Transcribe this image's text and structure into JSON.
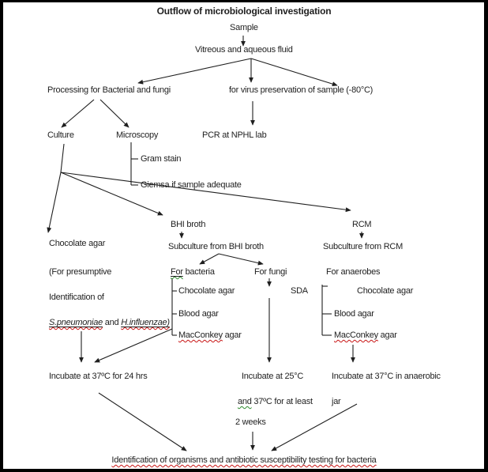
{
  "page": {
    "title": "Outflow of microbiological investigation"
  },
  "nodes": {
    "sample": "Sample",
    "fluid": "Vitreous and aqueous fluid",
    "processing": "Processing for Bacterial and fungi",
    "virus": "for virus preservation of sample (-80°C)",
    "culture": "Culture",
    "microscopy": "Microscopy",
    "pcr": "PCR at NPHL lab",
    "gram_stain": "Gram stain",
    "giemsa": "Giemsa if sample adequate",
    "bhi_broth": "BHI broth",
    "rcm": "RCM",
    "subculture_bhi": "Subculture from BHI broth",
    "subculture_rcm": "Subculture from RCM",
    "chocolate_agar_left": "Chocolate agar",
    "for_presumptive": "(For presumptive",
    "identification_of": "Identification of",
    "species_a": "S.pneumoniae",
    "species_and": "and",
    "species_b": "H.influenzae)",
    "for_word": "For",
    "bacteria_word": "bacteria",
    "for_fungi": "For fungi",
    "for_anaerobes": "For anaerobes",
    "bact_chocolate": "Chocolate agar",
    "bact_blood": "Blood agar",
    "macconkey_word": "MacConkey",
    "agar_word": "agar",
    "sda": "SDA",
    "ana_chocolate": "Chocolate agar",
    "ana_blood": "Blood agar",
    "incubate_24": "Incubate at 37ºC for 24 hrs",
    "incubate_25": "Incubate at 25°C",
    "incubate_ana": "Incubate at 37°C in anaerobic",
    "and_word": "and",
    "at_least": "37ºC for at least",
    "jar": "jar",
    "two_weeks": "2 weeks",
    "conclusion": "Identification of organisms and antibiotic susceptibility testing for bacteria"
  },
  "colors": {
    "line": "#000000",
    "spellcheck_red": "#c81414",
    "grammar_green": "#2e8b2e",
    "page_border": "#000000"
  }
}
